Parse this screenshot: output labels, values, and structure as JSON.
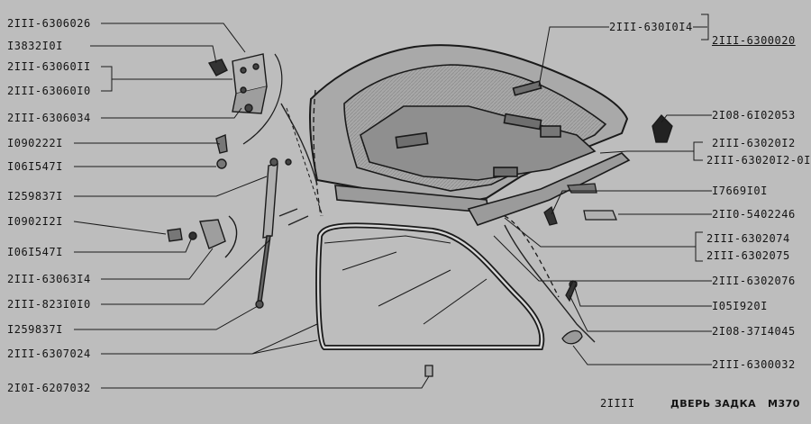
{
  "left_labels": [
    "2III-6306026",
    "I3832I0I",
    "2III-63060II",
    "2III-63060I0",
    "2III-6306034",
    "I090222I",
    "I06I547I",
    "I259837I",
    "I0902I2I",
    "I06I547I",
    "2III-63063I4",
    "2III-823I0I0",
    "I259837I",
    "2III-6307024",
    "2I0I-6207032"
  ],
  "right_labels": [
    "2III-630I0I4",
    "2III-6300020",
    "2I08-6I02053",
    "2III-63020I2",
    "2III-63020I2-0I",
    "I7669I0I",
    "2II0-5402246",
    "2III-6302074",
    "2III-6302075",
    "2III-6302076",
    "I05I920I",
    "2I08-37I4045",
    "2III-6300032"
  ],
  "footer": {
    "model": "2IIII",
    "title": "ДВЕРЬ ЗАДКА",
    "code": "M370"
  },
  "colors": {
    "background": "#bdbdbd",
    "ink": "#141414",
    "part_fill": "#9a9a9a",
    "part_dark": "#555555"
  }
}
